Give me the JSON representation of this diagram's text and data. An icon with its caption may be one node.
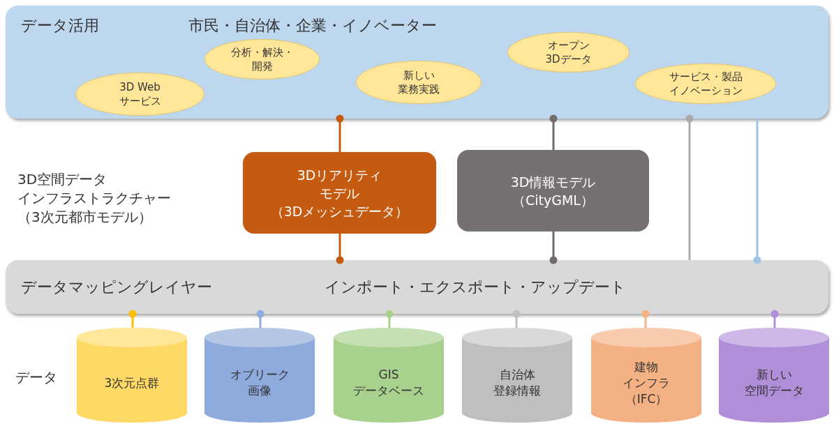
{
  "diagram": {
    "nodes": [
      {
        "text": [
          "データ活用",
          "市民・自治体・企業・イノベーター"
        ]
      },
      {
        "text": [
          "3D Webサービス"
        ],
        "in": 0
      },
      {
        "text": [
          "分析・解決・開発"
        ],
        "in": 0
      },
      {
        "text": [
          "新しい業務実践"
        ],
        "in": 0
      },
      {
        "text": [
          "オープン3Dデータ"
        ],
        "in": 0
      },
      {
        "text": [
          "サービス・製品イノベーション"
        ],
        "in": 0
      },
      {
        "text": [
          "3Dリアリティモデル（3Dメッシュデータ）"
        ]
      },
      {
        "text": [
          "3D情報モデル（CityGML）"
        ]
      },
      {
        "text": [
          "データマッピングレイヤー",
          "インポート・エクスポート・アップデート"
        ]
      },
      {
        "text": [
          "3次元点群"
        ]
      },
      {
        "text": [
          "オブリーク画像"
        ]
      },
      {
        "text": [
          "GISデータベース"
        ]
      },
      {
        "text": [
          "自治体登録情報"
        ]
      },
      {
        "text": [
          "建物インフラ（IFC）"
        ]
      },
      {
        "text": [
          "新しい空間データ"
        ]
      }
    ],
    "edges": [
      {
        "from": 0,
        "to": 6,
        "arrow": "other",
        "color": "#c55a11"
      },
      {
        "from": 8,
        "to": 6,
        "arrow": "other",
        "color": "#c55a11"
      },
      {
        "from": 0,
        "to": 7,
        "arrow": "other",
        "color": "#6f6b6b"
      },
      {
        "from": 8,
        "to": 7,
        "arrow": "other",
        "color": "#6f6b6b"
      },
      {
        "from": 0,
        "to": 8,
        "arrow": "other",
        "color": "#aeaaaa"
      },
      {
        "from": 8,
        "to": 0,
        "arrow": "other",
        "color": "#9dc3e6"
      },
      {
        "from": 8,
        "to": 9,
        "arrow": "other",
        "color": "#ffc000"
      },
      {
        "from": 8,
        "to": 10,
        "arrow": "other",
        "color": "#8faadc"
      },
      {
        "from": 8,
        "to": 11,
        "arrow": "other",
        "color": "#a9d18e"
      },
      {
        "from": 8,
        "to": 12,
        "arrow": "other",
        "color": "#bfbfbf"
      },
      {
        "from": 8,
        "to": 13,
        "arrow": "other",
        "color": "#f4b183"
      },
      {
        "from": 8,
        "to": 14,
        "arrow": "other",
        "color": "#b08ed8"
      }
    ],
    "labels": [
      "3D空間データインフラストラクチャー（3次元都市モデル）",
      "データ"
    ]
  }
}
